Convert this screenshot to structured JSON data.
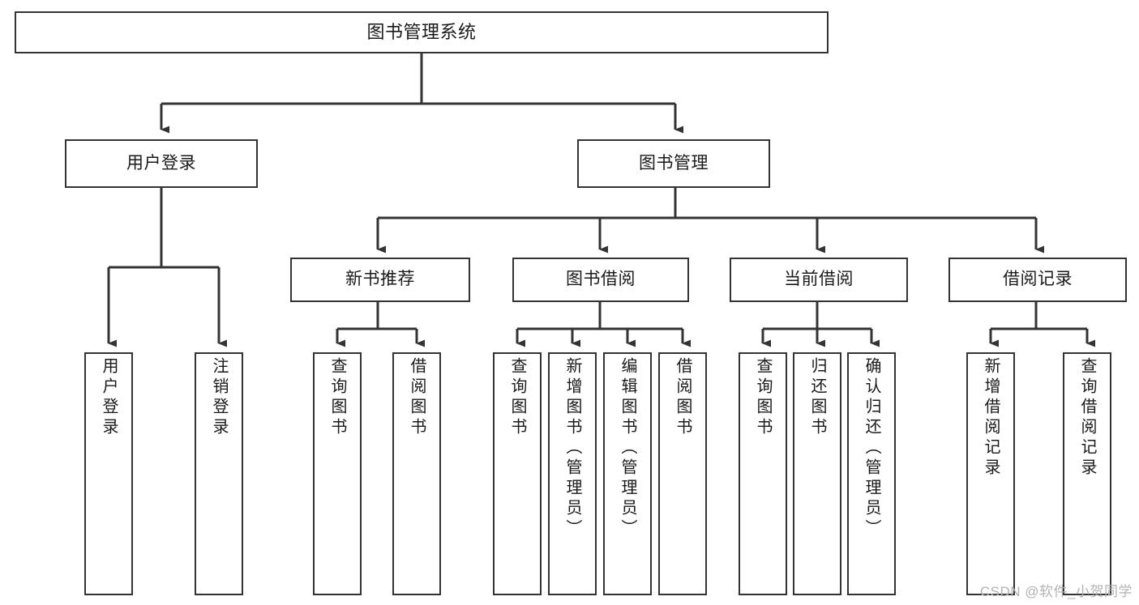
{
  "diagram": {
    "title": "图书管理系统",
    "type": "tree-hierarchy-chart",
    "colors": {
      "stroke": "#333333",
      "fill": "#ffffff",
      "text": "#1a1a1a",
      "watermark": "#b3b3b3"
    },
    "levels": {
      "root": {
        "label": "图书管理系统"
      },
      "level2": [
        {
          "label": "用户登录"
        },
        {
          "label": "图书管理"
        }
      ],
      "level3": [
        {
          "label": "新书推荐"
        },
        {
          "label": "图书借阅"
        },
        {
          "label": "当前借阅"
        },
        {
          "label": "借阅记录"
        }
      ],
      "leaves": {
        "user_login": [
          {
            "label": "用户登录"
          },
          {
            "label": "注销登录"
          }
        ],
        "new_book_recommend": [
          {
            "label": "查询图书"
          },
          {
            "label": "借阅图书"
          }
        ],
        "book_borrow": [
          {
            "label": "查询图书"
          },
          {
            "label": "新增图书（管理员）"
          },
          {
            "label": "编辑图书（管理员）"
          },
          {
            "label": "借阅图书"
          }
        ],
        "current_borrow": [
          {
            "label": "查询图书"
          },
          {
            "label": "归还图书"
          },
          {
            "label": "确认归还（管理员）"
          }
        ],
        "borrow_record": [
          {
            "label": "新增借阅记录"
          },
          {
            "label": "查询借阅记录"
          }
        ]
      }
    },
    "watermark": "CSDN @软件_小贺同学"
  }
}
